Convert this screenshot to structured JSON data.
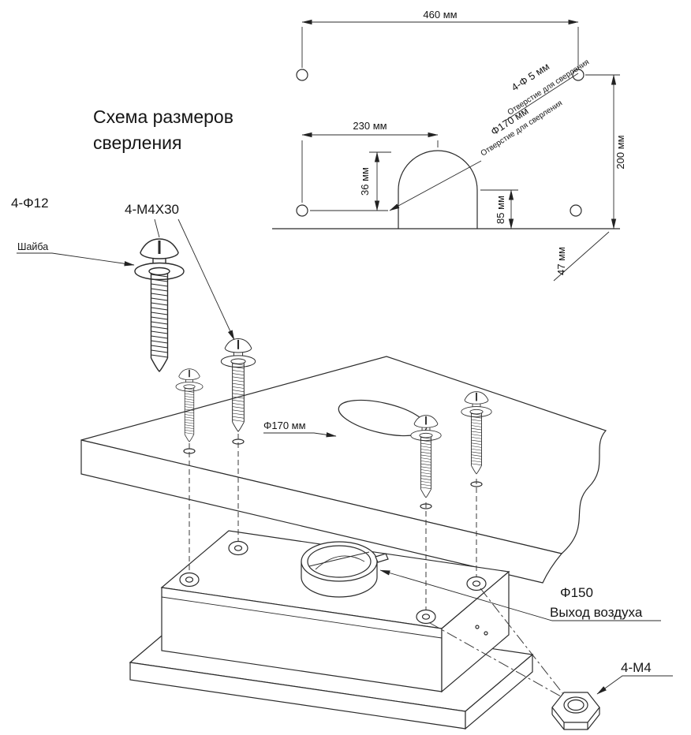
{
  "title": {
    "line1": "Схема размеров",
    "line2": "сверления"
  },
  "drilling": {
    "dim_width": "460 мм",
    "dim_arch_offset": "230 мм",
    "dim_arch_rise": "36 мм",
    "dim_bottom": "85 мм",
    "dim_height": "200 мм",
    "dim_depth": "47 мм",
    "holes_note": "4-Φ 5 мм",
    "holes_sub": "Отверстие для сверления",
    "arch_dia": "Φ170 мм",
    "arch_sub": "Отверстие для сверления"
  },
  "parts": {
    "washers_spec": "4-Φ12",
    "screws_spec": "4-М4Х30",
    "washer_label": "Шайба",
    "board_hole": "Φ170 мм",
    "outlet_dia": "Φ150",
    "outlet_label": "Выход воздуха",
    "nuts_spec": "4-М4"
  }
}
